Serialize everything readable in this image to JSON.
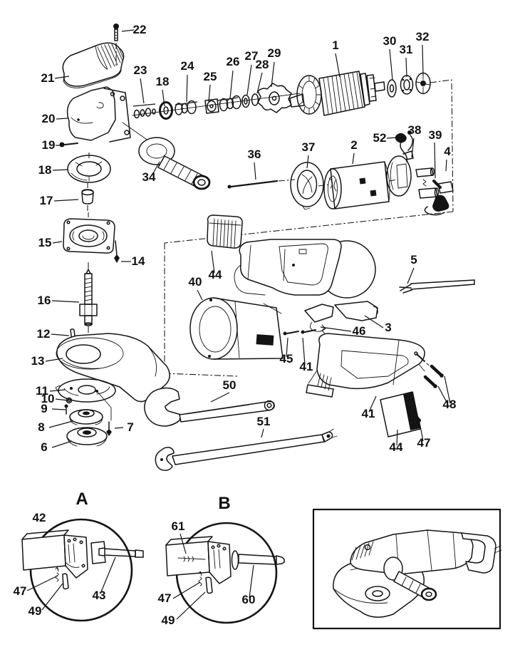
{
  "labels": {
    "l22": "22",
    "l21": "21",
    "l23": "23",
    "l18_row": "18",
    "l24": "24",
    "l25": "25",
    "l26": "26",
    "l27": "27",
    "l28": "28",
    "l29": "29",
    "l1": "1",
    "l30": "30",
    "l31": "31",
    "l32": "32",
    "l20": "20",
    "l19": "19",
    "l18_clamp": "18",
    "l34": "34",
    "l17": "17",
    "l36": "36",
    "l37": "37",
    "l2": "2",
    "l52": "52",
    "l38": "38",
    "l39": "39",
    "l4": "4",
    "l15": "15",
    "l14": "14",
    "l44_cap": "44",
    "l40": "40",
    "l16": "16",
    "l5": "5",
    "l12": "12",
    "l13": "13",
    "l3": "3",
    "l46": "46",
    "l45": "45",
    "l41_screw": "41",
    "l11": "11",
    "l10": "10",
    "l9": "9",
    "l8": "8",
    "l7": "7",
    "l50": "50",
    "l6": "6",
    "l51": "51",
    "l41_shell": "41",
    "l48": "48",
    "l44_plate": "44",
    "l47_shell": "47",
    "l42": "42",
    "l61": "61",
    "l47_a": "47",
    "l43": "43",
    "l49_a": "49",
    "l47_b": "47",
    "l60": "60",
    "l49_b": "49"
  },
  "sections": {
    "detail_a": "A",
    "detail_b": "B"
  }
}
